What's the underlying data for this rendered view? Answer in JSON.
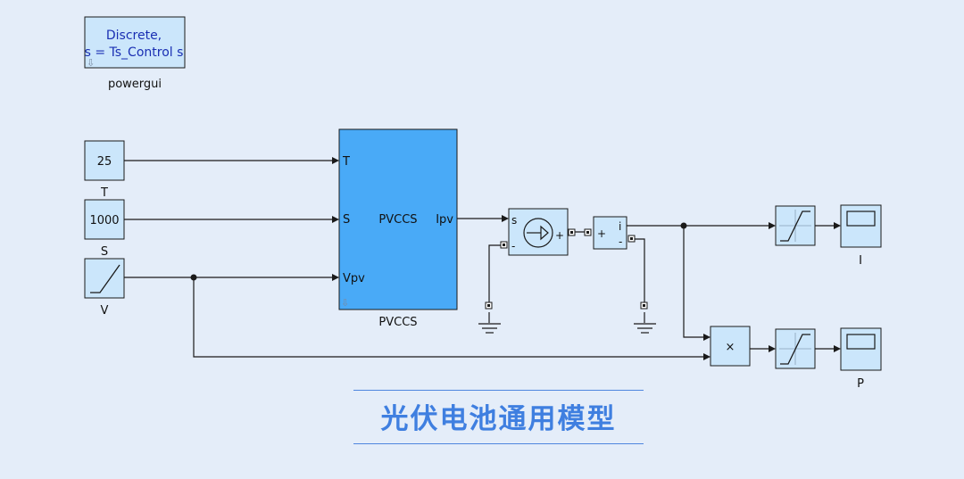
{
  "powergui": {
    "line1": "Discrete,",
    "line2": "s = Ts_Control s",
    "label": "powergui"
  },
  "inputs": {
    "T": {
      "value": "25",
      "label": "T"
    },
    "S": {
      "value": "1000",
      "label": "S"
    },
    "V": {
      "label": "V"
    }
  },
  "pvccs": {
    "name": "PVCCS",
    "label": "PVCCS",
    "port_T": "T",
    "port_S": "S",
    "port_Vpv": "Vpv",
    "port_Ipv": "Ipv"
  },
  "source": {
    "port_s": "s",
    "minus": "-",
    "plus": "+"
  },
  "meter": {
    "plus": "+",
    "i": "i",
    "minus": "-"
  },
  "product": {
    "symbol": "×"
  },
  "scopes": {
    "I": {
      "label": "I"
    },
    "P": {
      "label": "P"
    }
  },
  "caption": "光伏电池通用模型",
  "colors": {
    "background": "#e4edf9",
    "block": "#cbe6fb",
    "subsystem": "#49aaf7",
    "title": "#3f7fe0"
  }
}
